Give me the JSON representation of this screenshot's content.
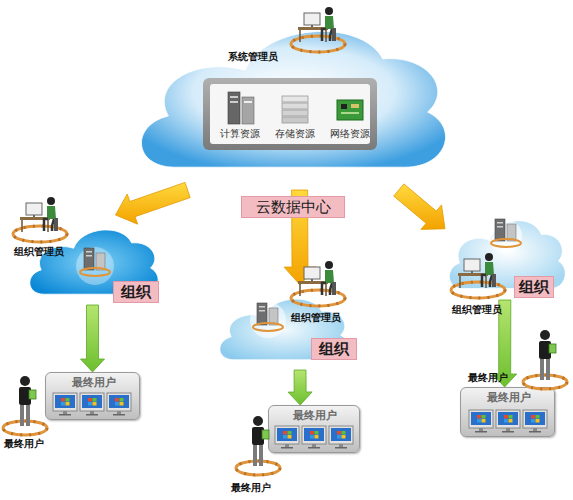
{
  "diagram": {
    "nodes": [
      {
        "text": [
          "系统管理员",
          "云数据中心"
        ]
      },
      {
        "text": [
          "计算资源"
        ],
        "in": 0
      },
      {
        "text": [
          "存储资源"
        ],
        "in": 0
      },
      {
        "text": [
          "网络资源"
        ],
        "in": 0
      },
      {
        "text": [
          "组织管理员",
          "组织"
        ]
      },
      {
        "text": [
          "组织管理员",
          "组织"
        ]
      },
      {
        "text": [
          "组织管理员",
          "组织"
        ]
      },
      {
        "text": [
          "最终用户"
        ]
      },
      {
        "text": [
          "最终用户"
        ]
      },
      {
        "text": [
          "最终用户"
        ]
      }
    ],
    "edges": [
      {
        "from": 0,
        "to": 4,
        "arrow": "to"
      },
      {
        "from": 0,
        "to": 5,
        "arrow": "to"
      },
      {
        "from": 0,
        "to": 6,
        "arrow": "to"
      },
      {
        "from": 4,
        "to": 7,
        "arrow": "to"
      },
      {
        "from": 5,
        "to": 8,
        "arrow": "to"
      },
      {
        "from": 6,
        "to": 9,
        "arrow": "to"
      }
    ],
    "labels": [
      "最终用户",
      "最终用户",
      "最终用户"
    ]
  }
}
